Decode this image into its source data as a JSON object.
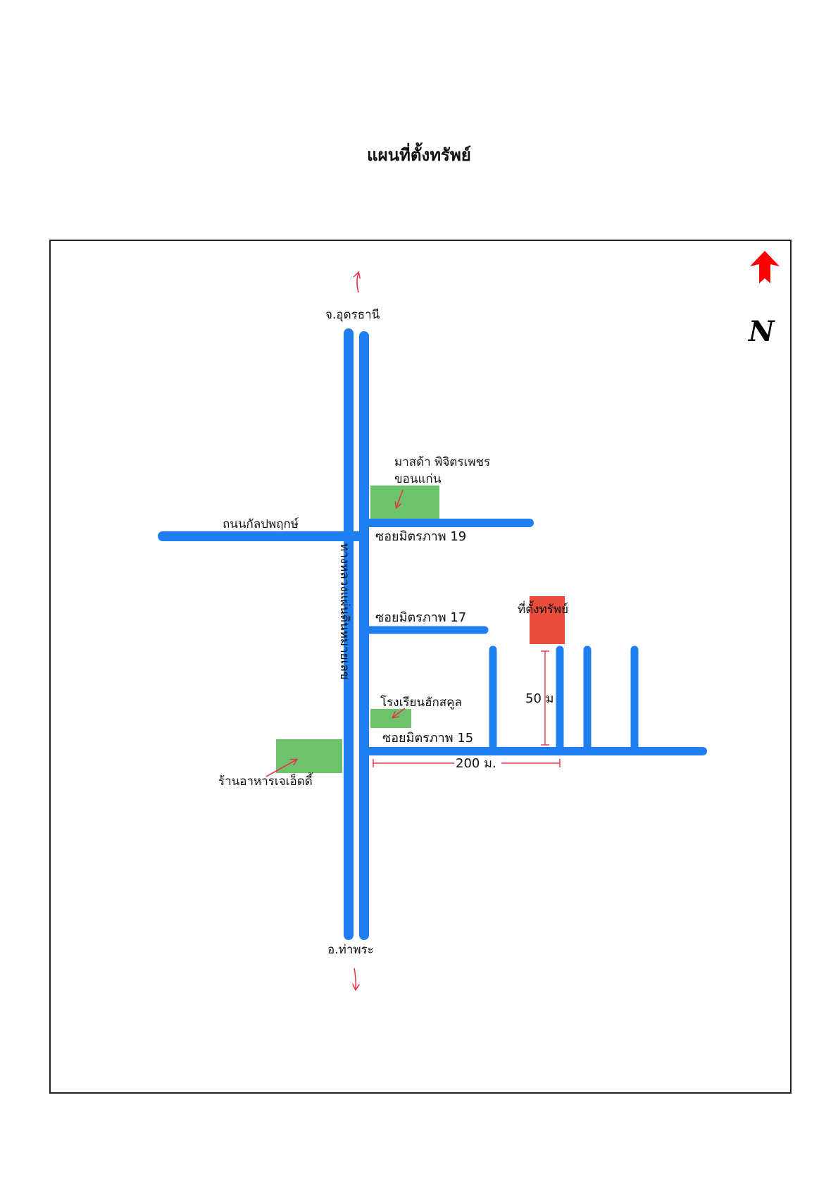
{
  "title": "แผนที่ตั้งทรัพย์",
  "north_label": "N",
  "colors": {
    "road": "#1f7ef0",
    "landmark": "#6cc36c",
    "property": "#e74c3c",
    "arrow": "#e8334a",
    "north_arrow": "#ff0000"
  },
  "labels": {
    "udon": "จ.อุดรธานี",
    "tha_phra": "อ.ท่าพระ",
    "main_road": "ทางหลวงแผ่นดินหมายเลข",
    "kalapaphruek": "ถนนกัลปพฤกษ์",
    "soi19": "ซอยมิตรภาพ 19",
    "soi17": "ซอยมิตรภาพ 17",
    "soi15": "ซอยมิตรภาพ 15",
    "mazda_line1": "มาสด้า พิจิตรเพชร",
    "mazda_line2": "ขอนแก่น",
    "school": "โรงเรียนฮักสคูล",
    "restaurant": "ร้านอาหารเจเอ็ดดี้",
    "property": "ที่ตั้งทรัพย์",
    "dist_50": "50 ม",
    "dist_200": "200 ม."
  }
}
